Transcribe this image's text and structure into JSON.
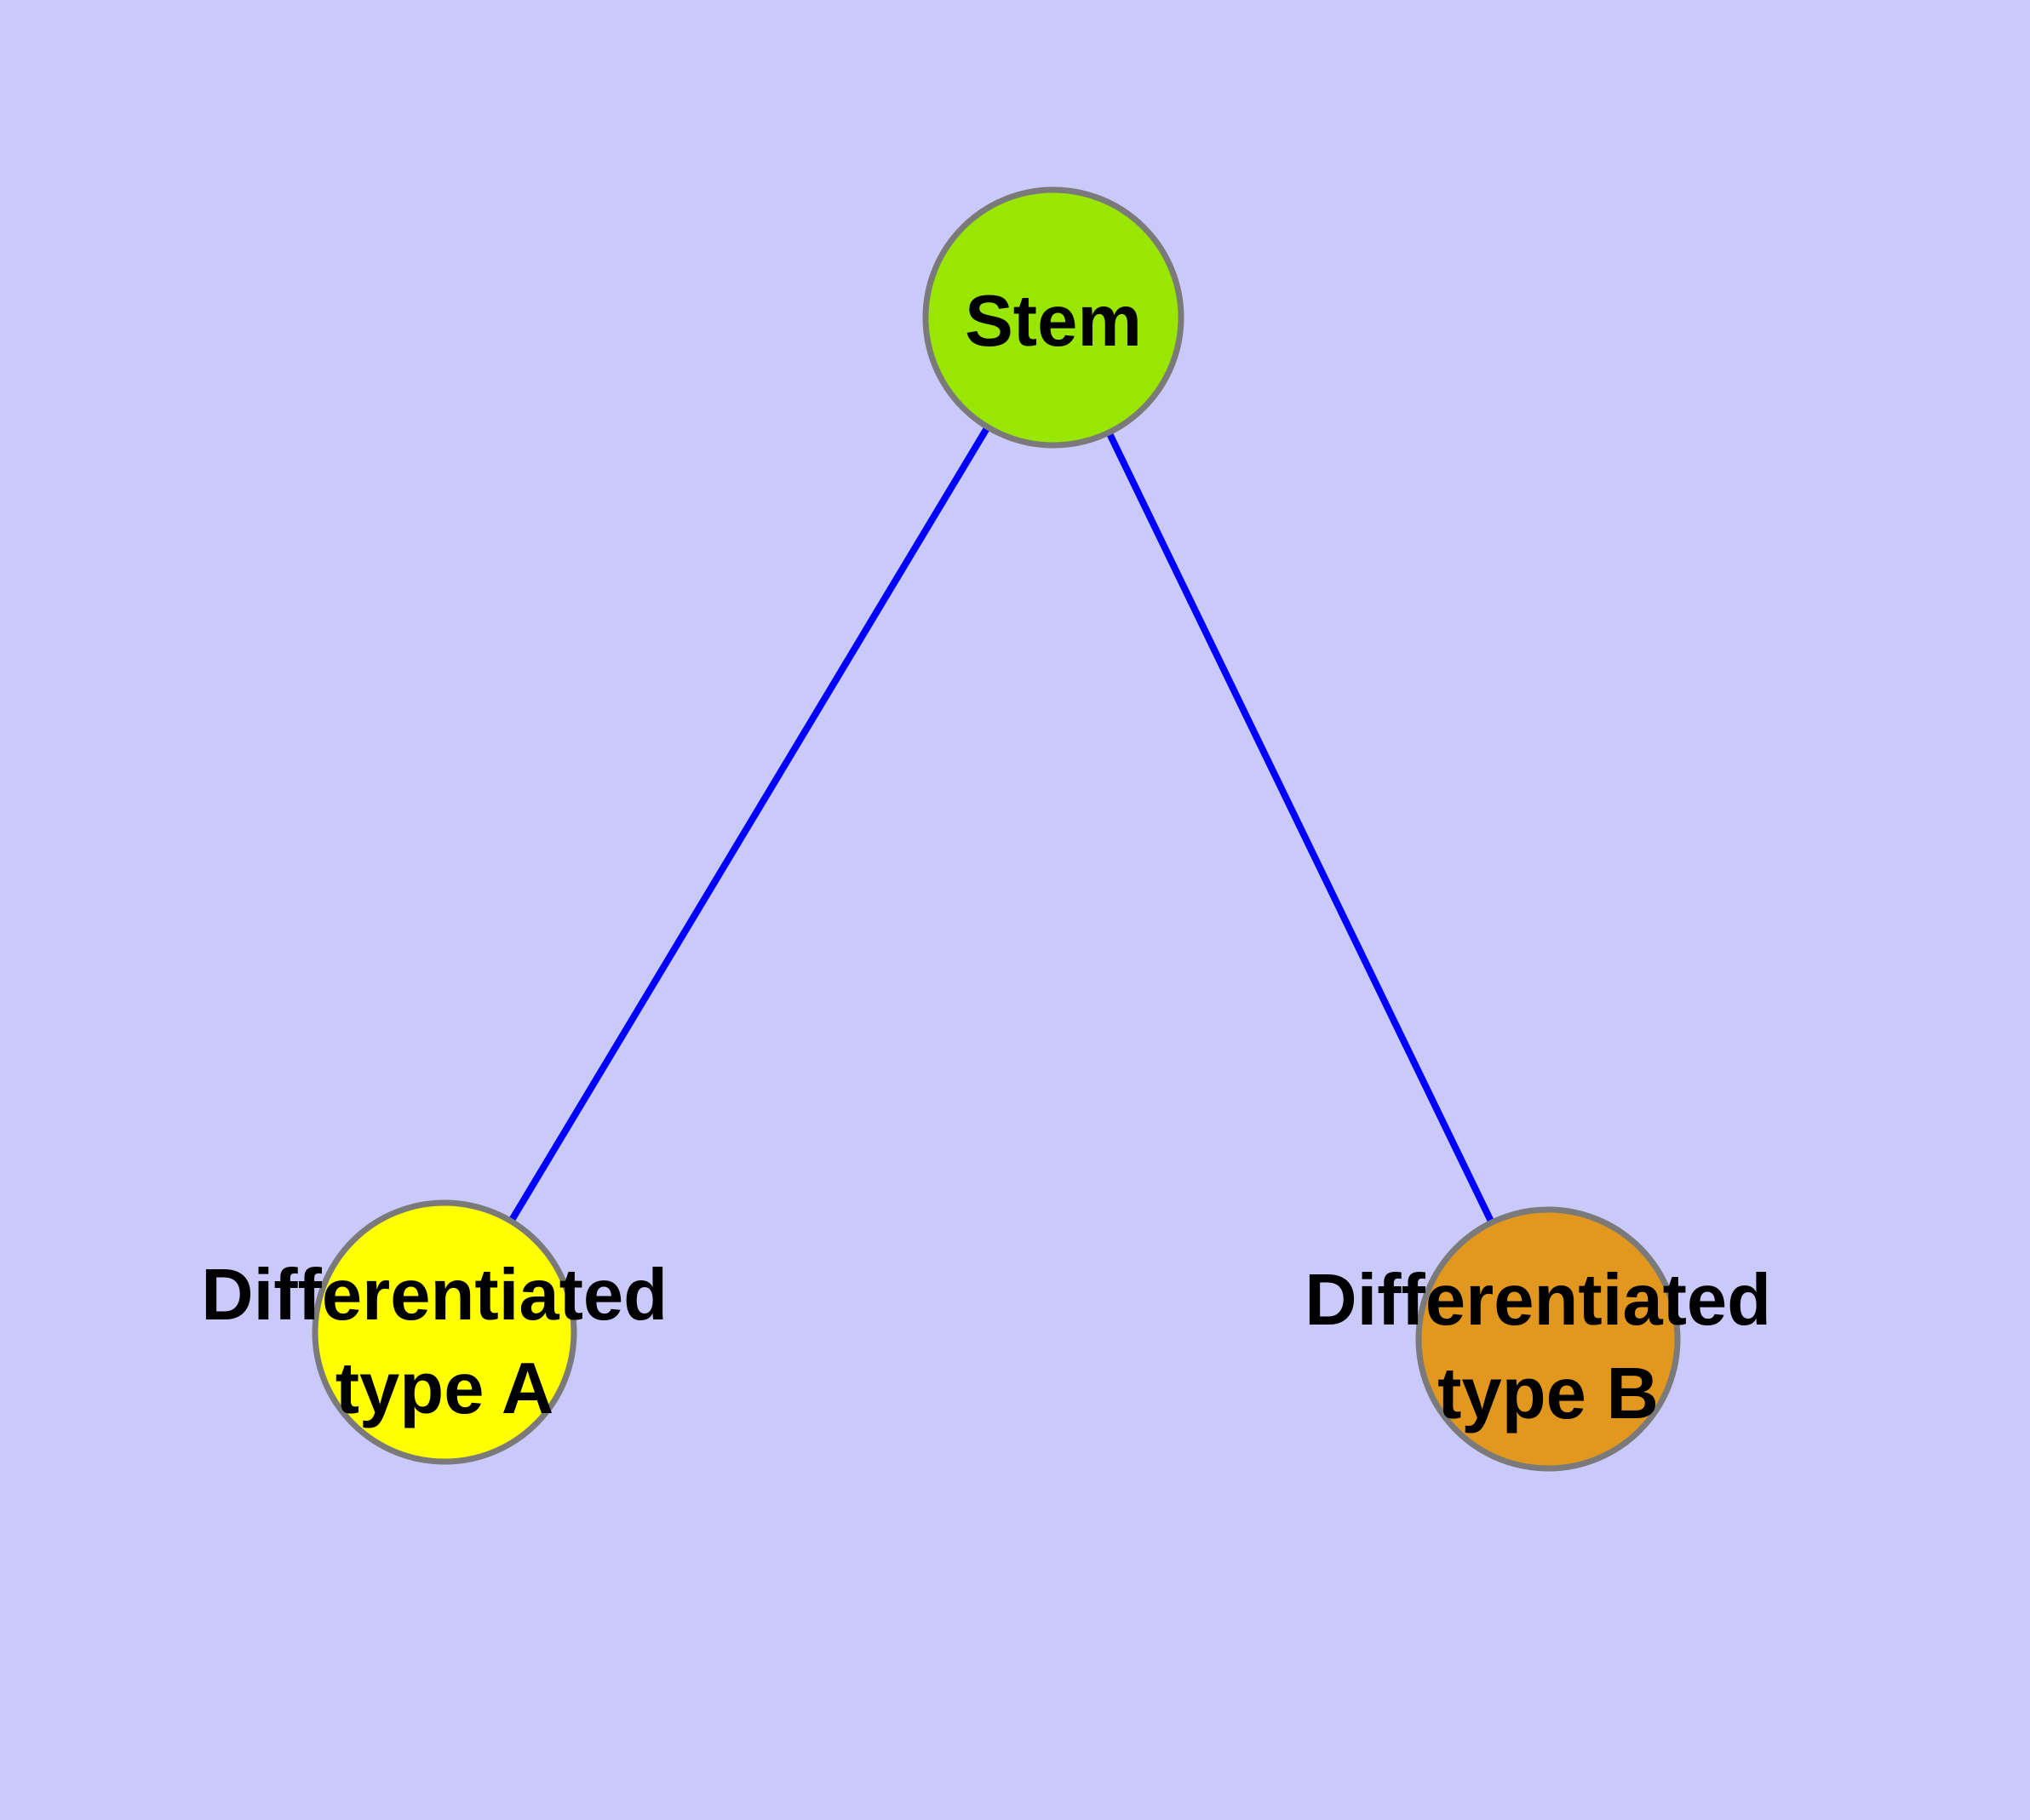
{
  "diagram": {
    "type": "graph",
    "background_color": "#c9c9fa",
    "edge_color": "#0000ff",
    "node_border_color": "#7a7a7a",
    "label_color": "#000000",
    "nodes": [
      {
        "id": "stem",
        "label": "Stem",
        "lines": [
          "Stem"
        ],
        "shape": "circle",
        "fill_color": "#99e600"
      },
      {
        "id": "differentiated-type-a",
        "label": "Differentiated type A",
        "lines": [
          "Differentiated",
          "type A"
        ],
        "shape": "circle",
        "fill_color": "#ffff00"
      },
      {
        "id": "differentiated-type-b",
        "label": "Differentiated type B",
        "lines": [
          "Differentiated",
          "type B"
        ],
        "shape": "circle",
        "fill_color": "#e2981f"
      }
    ],
    "edges": [
      {
        "from": "Stem",
        "to": "Differentiated type A"
      },
      {
        "from": "Stem",
        "to": "Differentiated type B"
      }
    ]
  }
}
